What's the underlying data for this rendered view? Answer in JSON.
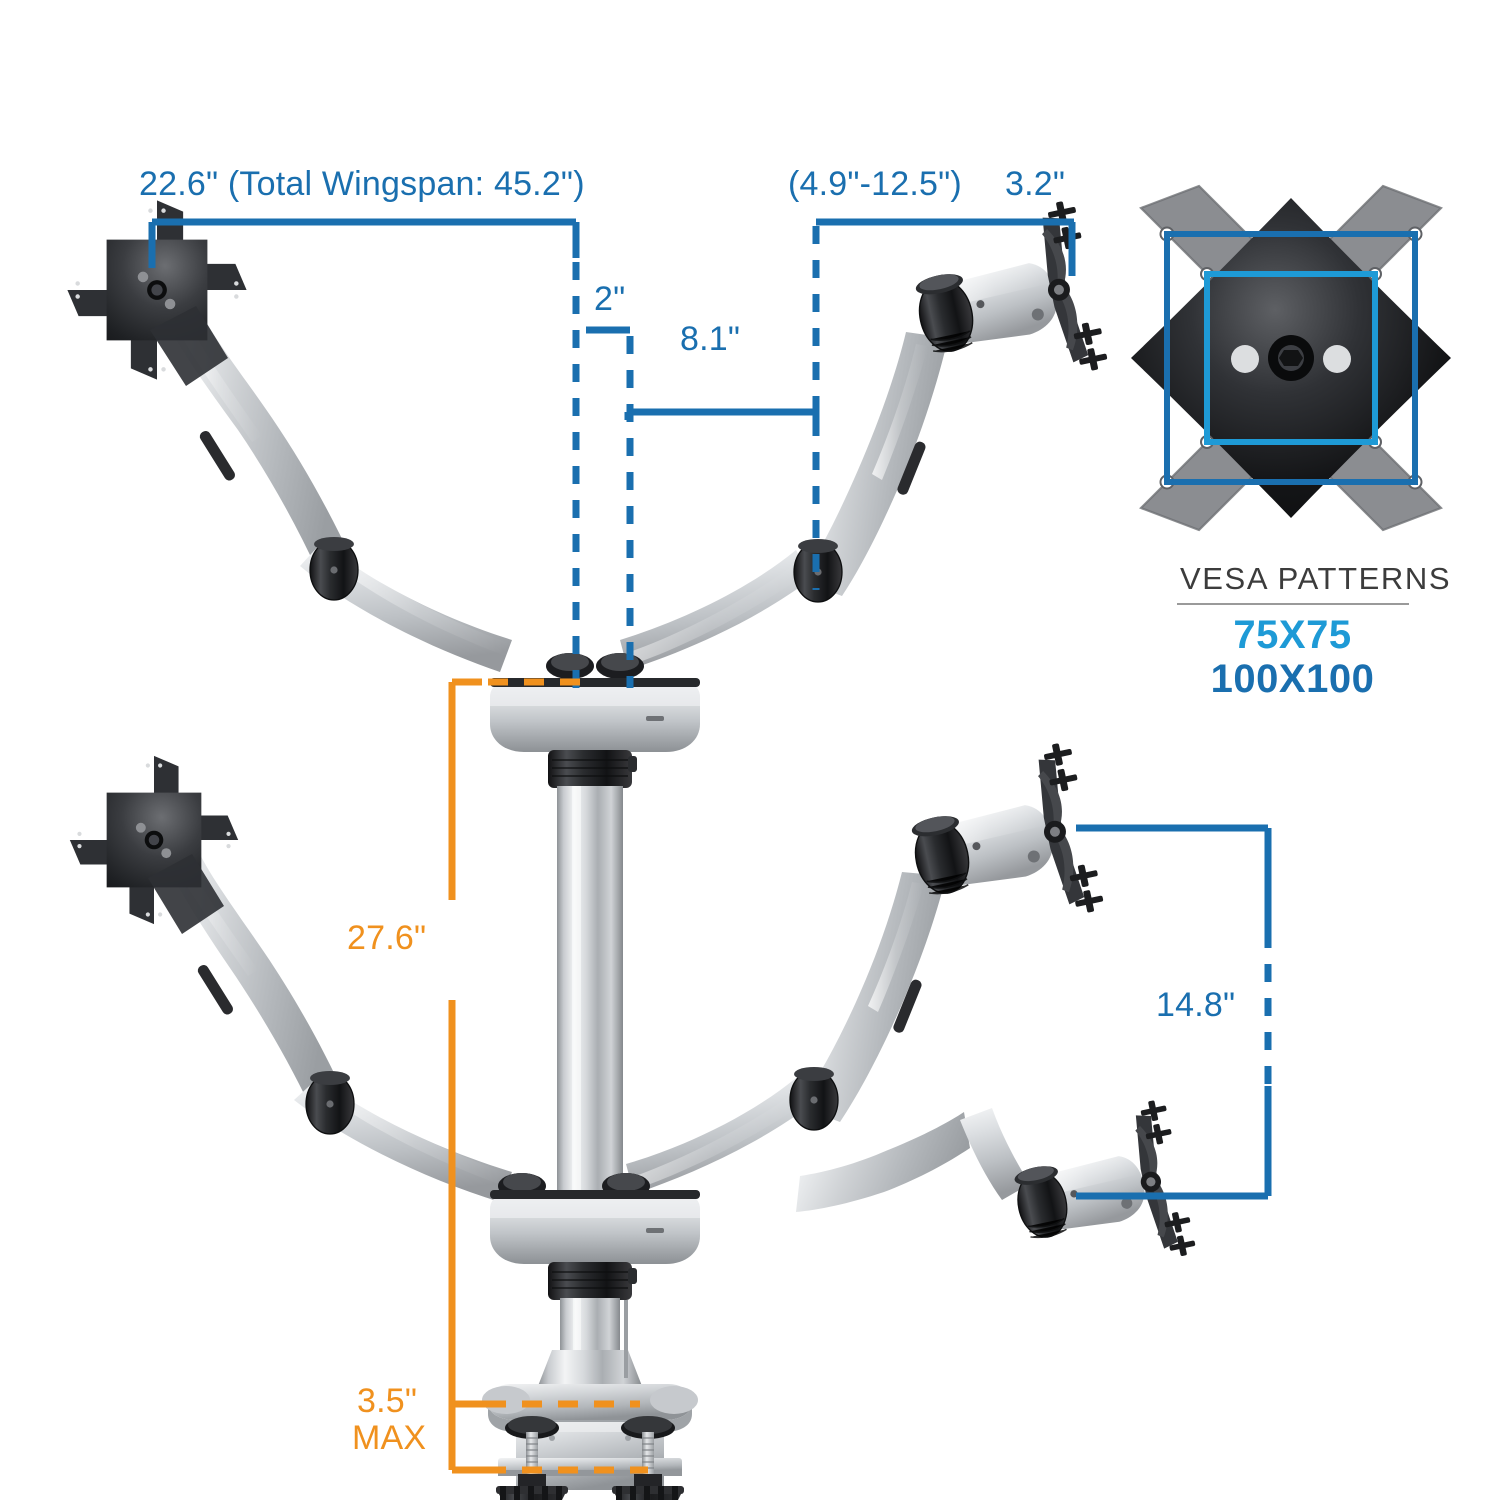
{
  "product": {
    "name": "dual-monitor-gas-spring-desk-mount",
    "view": "dimension-diagram"
  },
  "colors": {
    "dimension_blue": "#1a6faf",
    "dimension_orange": "#f0911e",
    "vesa_light_blue": "#1e9ad6",
    "vesa_dark_blue": "#1a6faf",
    "vesa_title_gray": "#3c3c3c",
    "arm_silver": "#d2d4d6",
    "joint_black": "#1d1d1f",
    "background": "#ffffff"
  },
  "dimensions": {
    "wingspan": "22.6\" (Total Wingspan: 45.2\")",
    "riser_offset": "2\"",
    "arm_reach": "8.1\"",
    "head_depth_range": "(4.9\"-12.5\")",
    "head_tilt_depth": "3.2\"",
    "max_height": "27.6\"",
    "clamp_thickness": "3.5\"",
    "clamp_thickness_note": "MAX",
    "vertical_travel": "14.8\""
  },
  "vesa": {
    "title": "VESA PATTERNS",
    "pattern_small": "75X75",
    "pattern_large": "100X100"
  },
  "icons": {
    "vesa_plate": "vesa-plate-icon",
    "monitor_head": "monitor-head-icon",
    "gas_spring_arm": "gas-spring-arm-icon",
    "center_hub": "center-hub-icon",
    "pole": "pole-icon",
    "desk_clamp": "desk-clamp-icon"
  }
}
